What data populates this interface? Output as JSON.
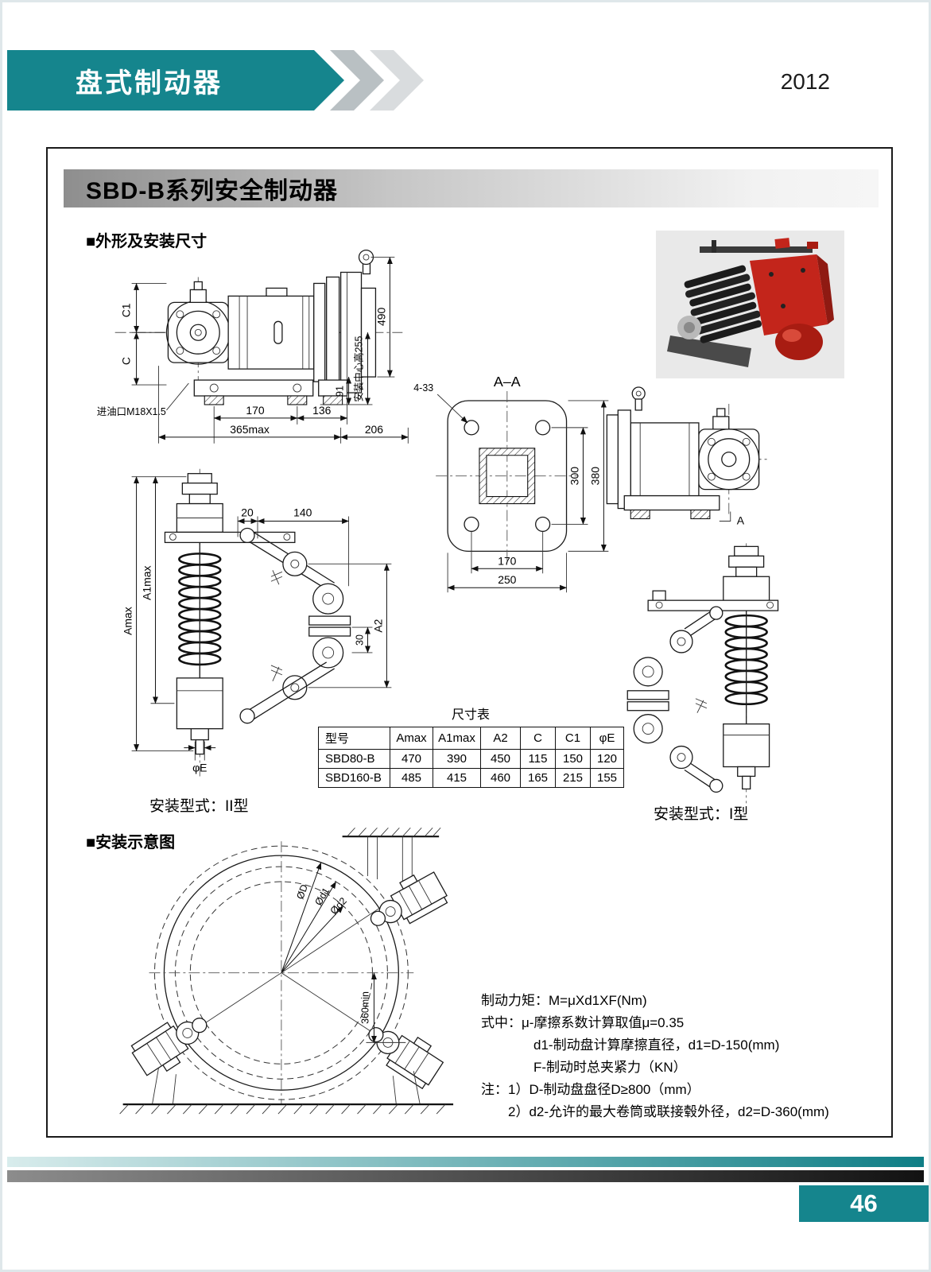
{
  "theme": {
    "teal": "#15858d",
    "photo_red": "#c3251b",
    "chevron_gray": "#b9c0c3",
    "chevron_light": "#d9dcde"
  },
  "header": {
    "title": "盘式制动器",
    "year": "2012"
  },
  "footer": {
    "page_number": "46"
  },
  "content": {
    "product_title": "SBD-B系列安全制动器",
    "section_dimensions": "■外形及安装尺寸",
    "section_installation": "■安装示意图",
    "mount_type_ii": "安装型式：II型",
    "mount_type_i": "安装型式：I型"
  },
  "drawing_labels": {
    "front_view": {
      "c1": "C1",
      "c": "C",
      "h490": "490",
      "center_height": "安装中心高255",
      "h91": "91",
      "w170": "170",
      "w136": "136",
      "w365": "365max",
      "w206": "206",
      "oil_port": "进油口M18X1.5"
    },
    "section_aa": {
      "title": "A–A",
      "holes": "4-33",
      "h300": "300",
      "h380": "380",
      "w170": "170",
      "w250": "250"
    },
    "side_view_right": {
      "label": "A"
    },
    "type_ii_view": {
      "a1max": "A1max",
      "amax": "Amax",
      "w20": "20",
      "w140": "140",
      "a2": "A2",
      "h30": "30",
      "phie": "φE"
    },
    "install_diagram": {
      "d": "ØD",
      "d1": "Ød1",
      "d2": "Ød2",
      "min360": "360min"
    }
  },
  "table": {
    "title": "尺寸表",
    "headers": [
      "型号",
      "Amax",
      "A1max",
      "A2",
      "C",
      "C1",
      "φE"
    ],
    "rows": [
      [
        "SBD80-B",
        "470",
        "390",
        "450",
        "115",
        "150",
        "120"
      ],
      [
        "SBD160-B",
        "485",
        "415",
        "460",
        "165",
        "215",
        "155"
      ]
    ]
  },
  "notes": {
    "lines": [
      "制动力矩：M=μXd1XF(Nm)",
      "式中：μ-摩擦系数计算取值μ=0.35",
      "d1-制动盘计算摩擦直径，d1=D-150(mm)",
      "F-制动时总夹紧力（KN）",
      "注：1）D-制动盘盘径D≥800（mm）",
      "2）d2-允许的最大卷筒或联接毂外径，d2=D-360(mm)"
    ]
  }
}
